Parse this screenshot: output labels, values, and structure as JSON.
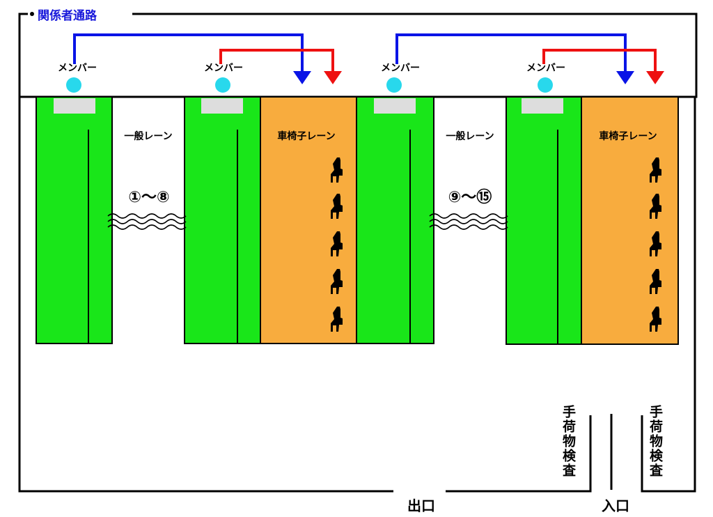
{
  "corridor": {
    "label": "関係者通路",
    "label_color": "#1a1adb"
  },
  "member_label": "メンバー",
  "lane_labels": {
    "general_1": "一般レーン",
    "wheelchair_1": "車椅子レーン",
    "general_2": "一般レーン",
    "wheelchair_2": "車椅子レーン"
  },
  "ranges": {
    "left": "①～⑧",
    "right": "⑨～⑮"
  },
  "bag_check": {
    "left": "手荷物検査",
    "right": "手荷物検査"
  },
  "exits": {
    "exit": "出口",
    "entrance": "入口"
  },
  "colors": {
    "green": "#19e619",
    "orange": "#f8ac3e",
    "cyan": "#28d8ec",
    "blue": "#0a14e6",
    "red": "#ee1111",
    "gray": "#dddddd"
  },
  "icons": {
    "wheelchair_seat": "wheelchair-seat-icon"
  }
}
